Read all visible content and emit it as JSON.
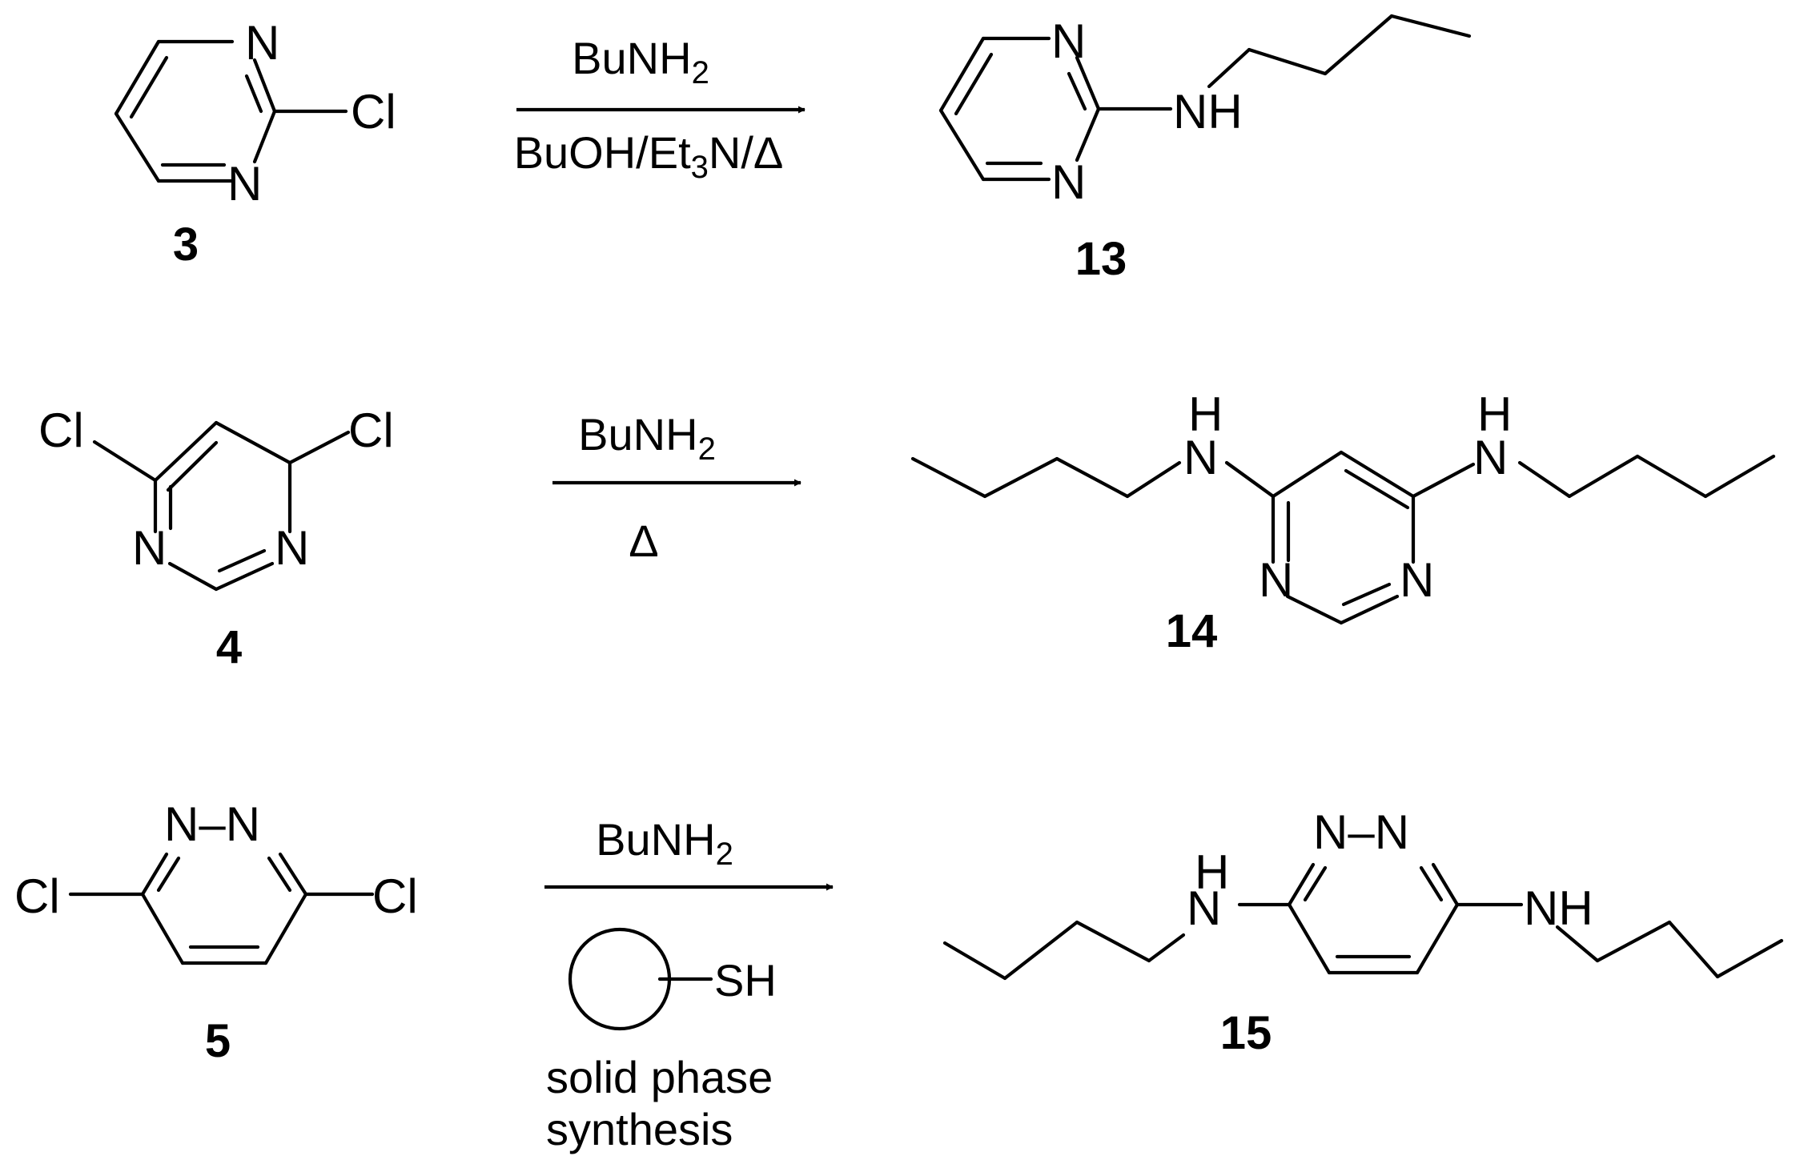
{
  "atoms": {
    "N": "N",
    "Cl": "Cl",
    "NH": "NH",
    "H": "H",
    "N_N": "N–N"
  },
  "compound_labels": {
    "c3": "3",
    "c13": "13",
    "c4": "4",
    "c14": "14",
    "c5": "5",
    "c15": "15"
  },
  "reactions": [
    {
      "reagent_main": "BuNH",
      "reagent_sub": "2",
      "conditions_pre": "BuOH/Et",
      "conditions_sub": "3",
      "conditions_post": "N/Δ"
    },
    {
      "reagent_main": "BuNH",
      "reagent_sub": "2",
      "conditions": "Δ"
    },
    {
      "reagent_main": "BuNH",
      "reagent_sub": "2",
      "resin_group": "SH",
      "note_line1": "solid phase",
      "note_line2": "synthesis"
    }
  ]
}
